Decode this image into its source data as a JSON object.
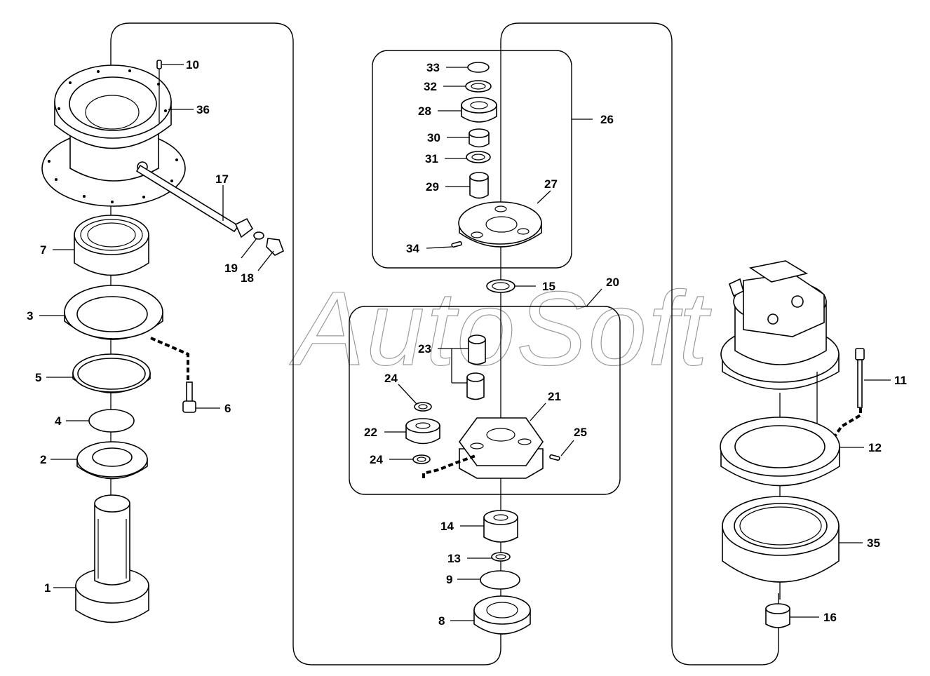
{
  "watermark": "AutoSoft",
  "callouts": {
    "c1": "1",
    "c2": "2",
    "c3": "3",
    "c4": "4",
    "c5": "5",
    "c6": "6",
    "c7": "7",
    "c8": "8",
    "c9": "9",
    "c10": "10",
    "c11": "11",
    "c12": "12",
    "c13": "13",
    "c14": "14",
    "c15": "15",
    "c16": "16",
    "c17": "17",
    "c18": "18",
    "c19": "19",
    "c20": "20",
    "c21": "21",
    "c22": "22",
    "c23": "23",
    "c24a": "24",
    "c24b": "24",
    "c25": "25",
    "c26": "26",
    "c27": "27",
    "c28": "28",
    "c29": "29",
    "c30": "30",
    "c31": "31",
    "c32": "32",
    "c33": "33",
    "c34": "34",
    "c35": "35",
    "c36": "36"
  }
}
